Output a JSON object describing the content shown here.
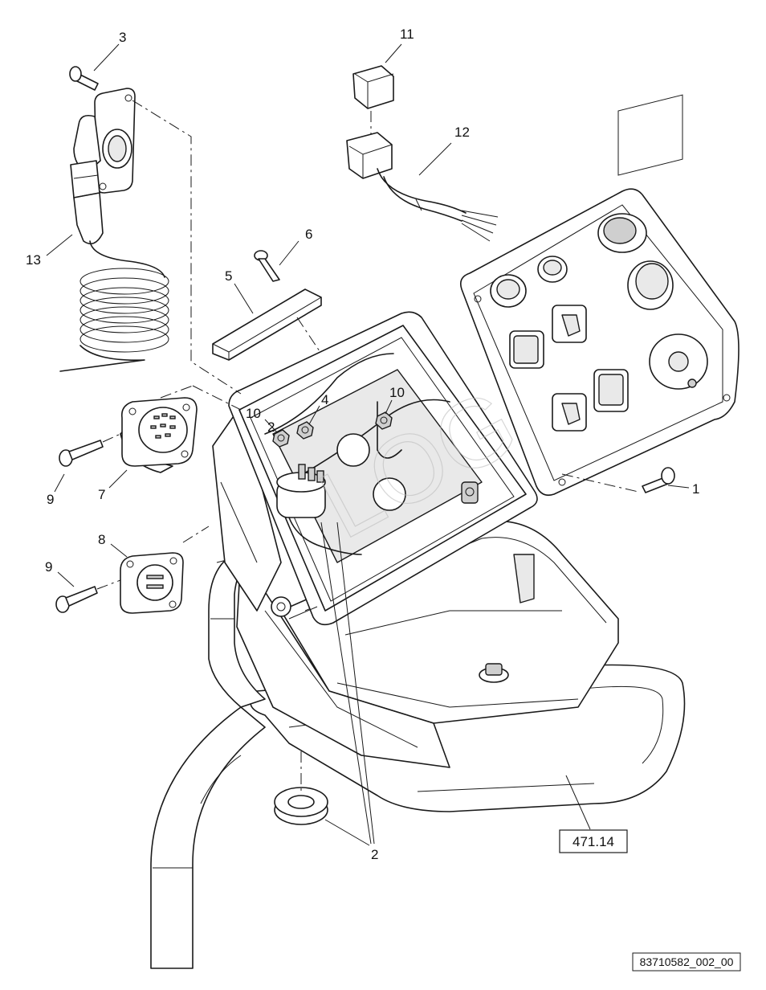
{
  "callouts": [
    "1",
    "2",
    "2",
    "3",
    "4",
    "5",
    "6",
    "7",
    "8",
    "9",
    "9",
    "10",
    "10",
    "11",
    "12",
    "13"
  ],
  "reference_box": "471.14",
  "figure_id": "83710582_002_00"
}
